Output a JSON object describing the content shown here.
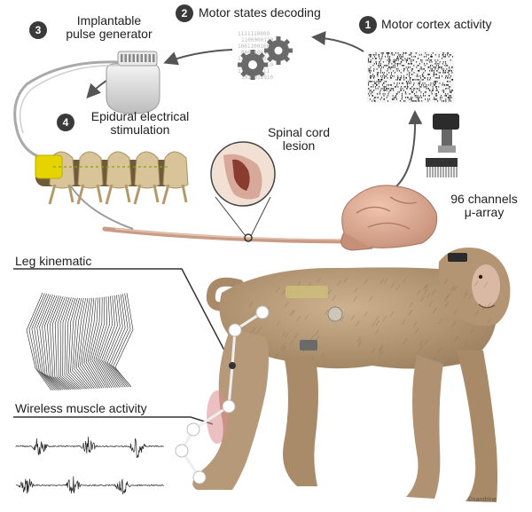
{
  "steps": [
    {
      "number": "1",
      "label": "Motor cortex activity"
    },
    {
      "number": "2",
      "label": "Motor states decoding"
    },
    {
      "number": "3",
      "label_lines": [
        "Implantable",
        "pulse generator"
      ]
    },
    {
      "number": "4",
      "label_lines": [
        "Epidural electrical",
        "stimulation"
      ]
    }
  ],
  "lesion_lines": [
    "Spinal cord",
    "lesion"
  ],
  "array_lines": [
    "96 channels",
    "μ-array"
  ],
  "leg_kinematic": "Leg kinematic",
  "muscle_activity": "Wireless muscle activity",
  "signature": "©sandrine",
  "colors": {
    "badge": "#3a3a3a",
    "fur": "#b89c7a",
    "fur_dark": "#8a6f52",
    "bone": "#d9c49a",
    "electrode": "#e5d400",
    "brain": "#d9a78f"
  }
}
